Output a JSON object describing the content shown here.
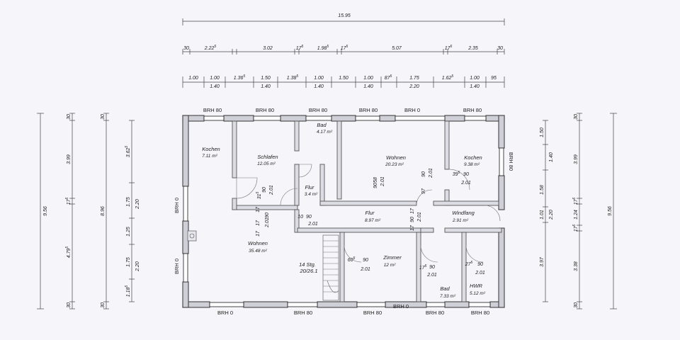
{
  "plan": {
    "overall_width": "15.95",
    "top_dims_1": [
      "30",
      "2.22",
      "5",
      "17",
      "5",
      "3.02",
      "17",
      "5",
      "1.98",
      "5",
      "17",
      "5",
      "5.07",
      "17",
      "5",
      "2.35",
      "30"
    ],
    "top_dims_2": [
      "1.00",
      "1.00",
      "1.36",
      "5",
      "1.50",
      "1.38",
      "5",
      "1.00",
      "1.50",
      "1.00",
      "87",
      "5",
      "1.75",
      "1.62",
      "5",
      "1.00",
      "95"
    ],
    "top_dims_3": [
      "1.40",
      "1.40",
      "1.40",
      "1.40",
      "2.20",
      "1.40"
    ],
    "left_total": "9.56",
    "left_chain_1": [
      "30",
      "3.99",
      "17",
      "5",
      "4.79",
      "5",
      "30"
    ],
    "left_chain_2": [
      "30",
      "8.96",
      "30"
    ],
    "left_chain_3": [
      "3.62",
      "5",
      "1.75",
      "1.25",
      "1.75",
      "1.18",
      "5"
    ],
    "left_chain_4": [
      "2.20",
      "2.20"
    ],
    "right_chain_1": [
      "1.50",
      "1.58",
      "1.01",
      "3.97"
    ],
    "right_chain_2": [
      "1.40",
      "2.20"
    ],
    "right_chain_3": [
      "30",
      "3.99",
      "17",
      "5",
      "1.24",
      "17",
      "5",
      "3.38",
      "30"
    ],
    "right_total": "9.56",
    "brh": {
      "80": "BRH 80",
      "0": "BRH 0"
    },
    "rooms": {
      "kochen_l": {
        "name": "Kochen",
        "area": "7.11 m²"
      },
      "schlafen": {
        "name": "Schlafen",
        "area": "12.05 m²"
      },
      "bad_top": {
        "name": "Bad",
        "area": "4.17 m²"
      },
      "wohnen_top": {
        "name": "Wohnen",
        "area": "20.23 m²"
      },
      "kochen_r": {
        "name": "Kochen",
        "area": "9.38 m²"
      },
      "flur_small": {
        "name": "Flur",
        "area": "3.4 m²"
      },
      "flur": {
        "name": "Flur",
        "area": "8.97 m²"
      },
      "windfang": {
        "name": "Windfang",
        "area": "2.91 m²"
      },
      "wohnen_big": {
        "name": "Wohnen",
        "area": "35.48 m²"
      },
      "zimmer": {
        "name": "Zimmer",
        "area": "12 m²"
      },
      "bad_bottom": {
        "name": "Bad",
        "area": "7.33 m²"
      },
      "hwr": {
        "name": "HWR",
        "area": "5.12 m²"
      }
    },
    "stairs": {
      "label": "14 Stg.",
      "ratio": "20/26.1"
    },
    "door_dims": {
      "d90": "90",
      "d201": "2.01",
      "d10": "10",
      "d17": "17",
      "d58": "58",
      "d97": "97",
      "d39": "39",
      "d5": "5",
      "d31": "31",
      "d60": "60",
      "d27": "27"
    }
  }
}
